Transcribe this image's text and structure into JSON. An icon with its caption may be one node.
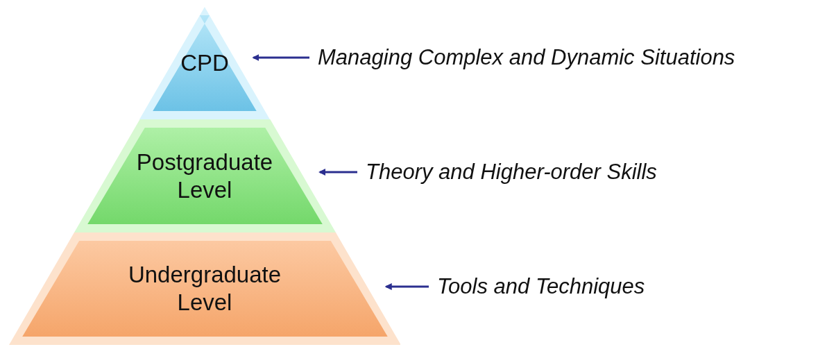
{
  "diagram": {
    "nodes": [
      {
        "text": [
          "CPD"
        ]
      },
      {
        "text": [
          "Postgraduate Level"
        ]
      },
      {
        "text": [
          "Undergraduate Level"
        ]
      },
      {
        "text": [
          "Managing Complex and Dynamic Situations"
        ]
      },
      {
        "text": [
          "Theory and Higher-order Skills"
        ]
      },
      {
        "text": [
          "Tools and Techniques"
        ]
      }
    ],
    "edges": [
      {
        "from": 3,
        "to": 0,
        "arrow": "to"
      },
      {
        "from": 4,
        "to": 1,
        "arrow": "to"
      },
      {
        "from": 5,
        "to": 2,
        "arrow": "to"
      }
    ]
  }
}
